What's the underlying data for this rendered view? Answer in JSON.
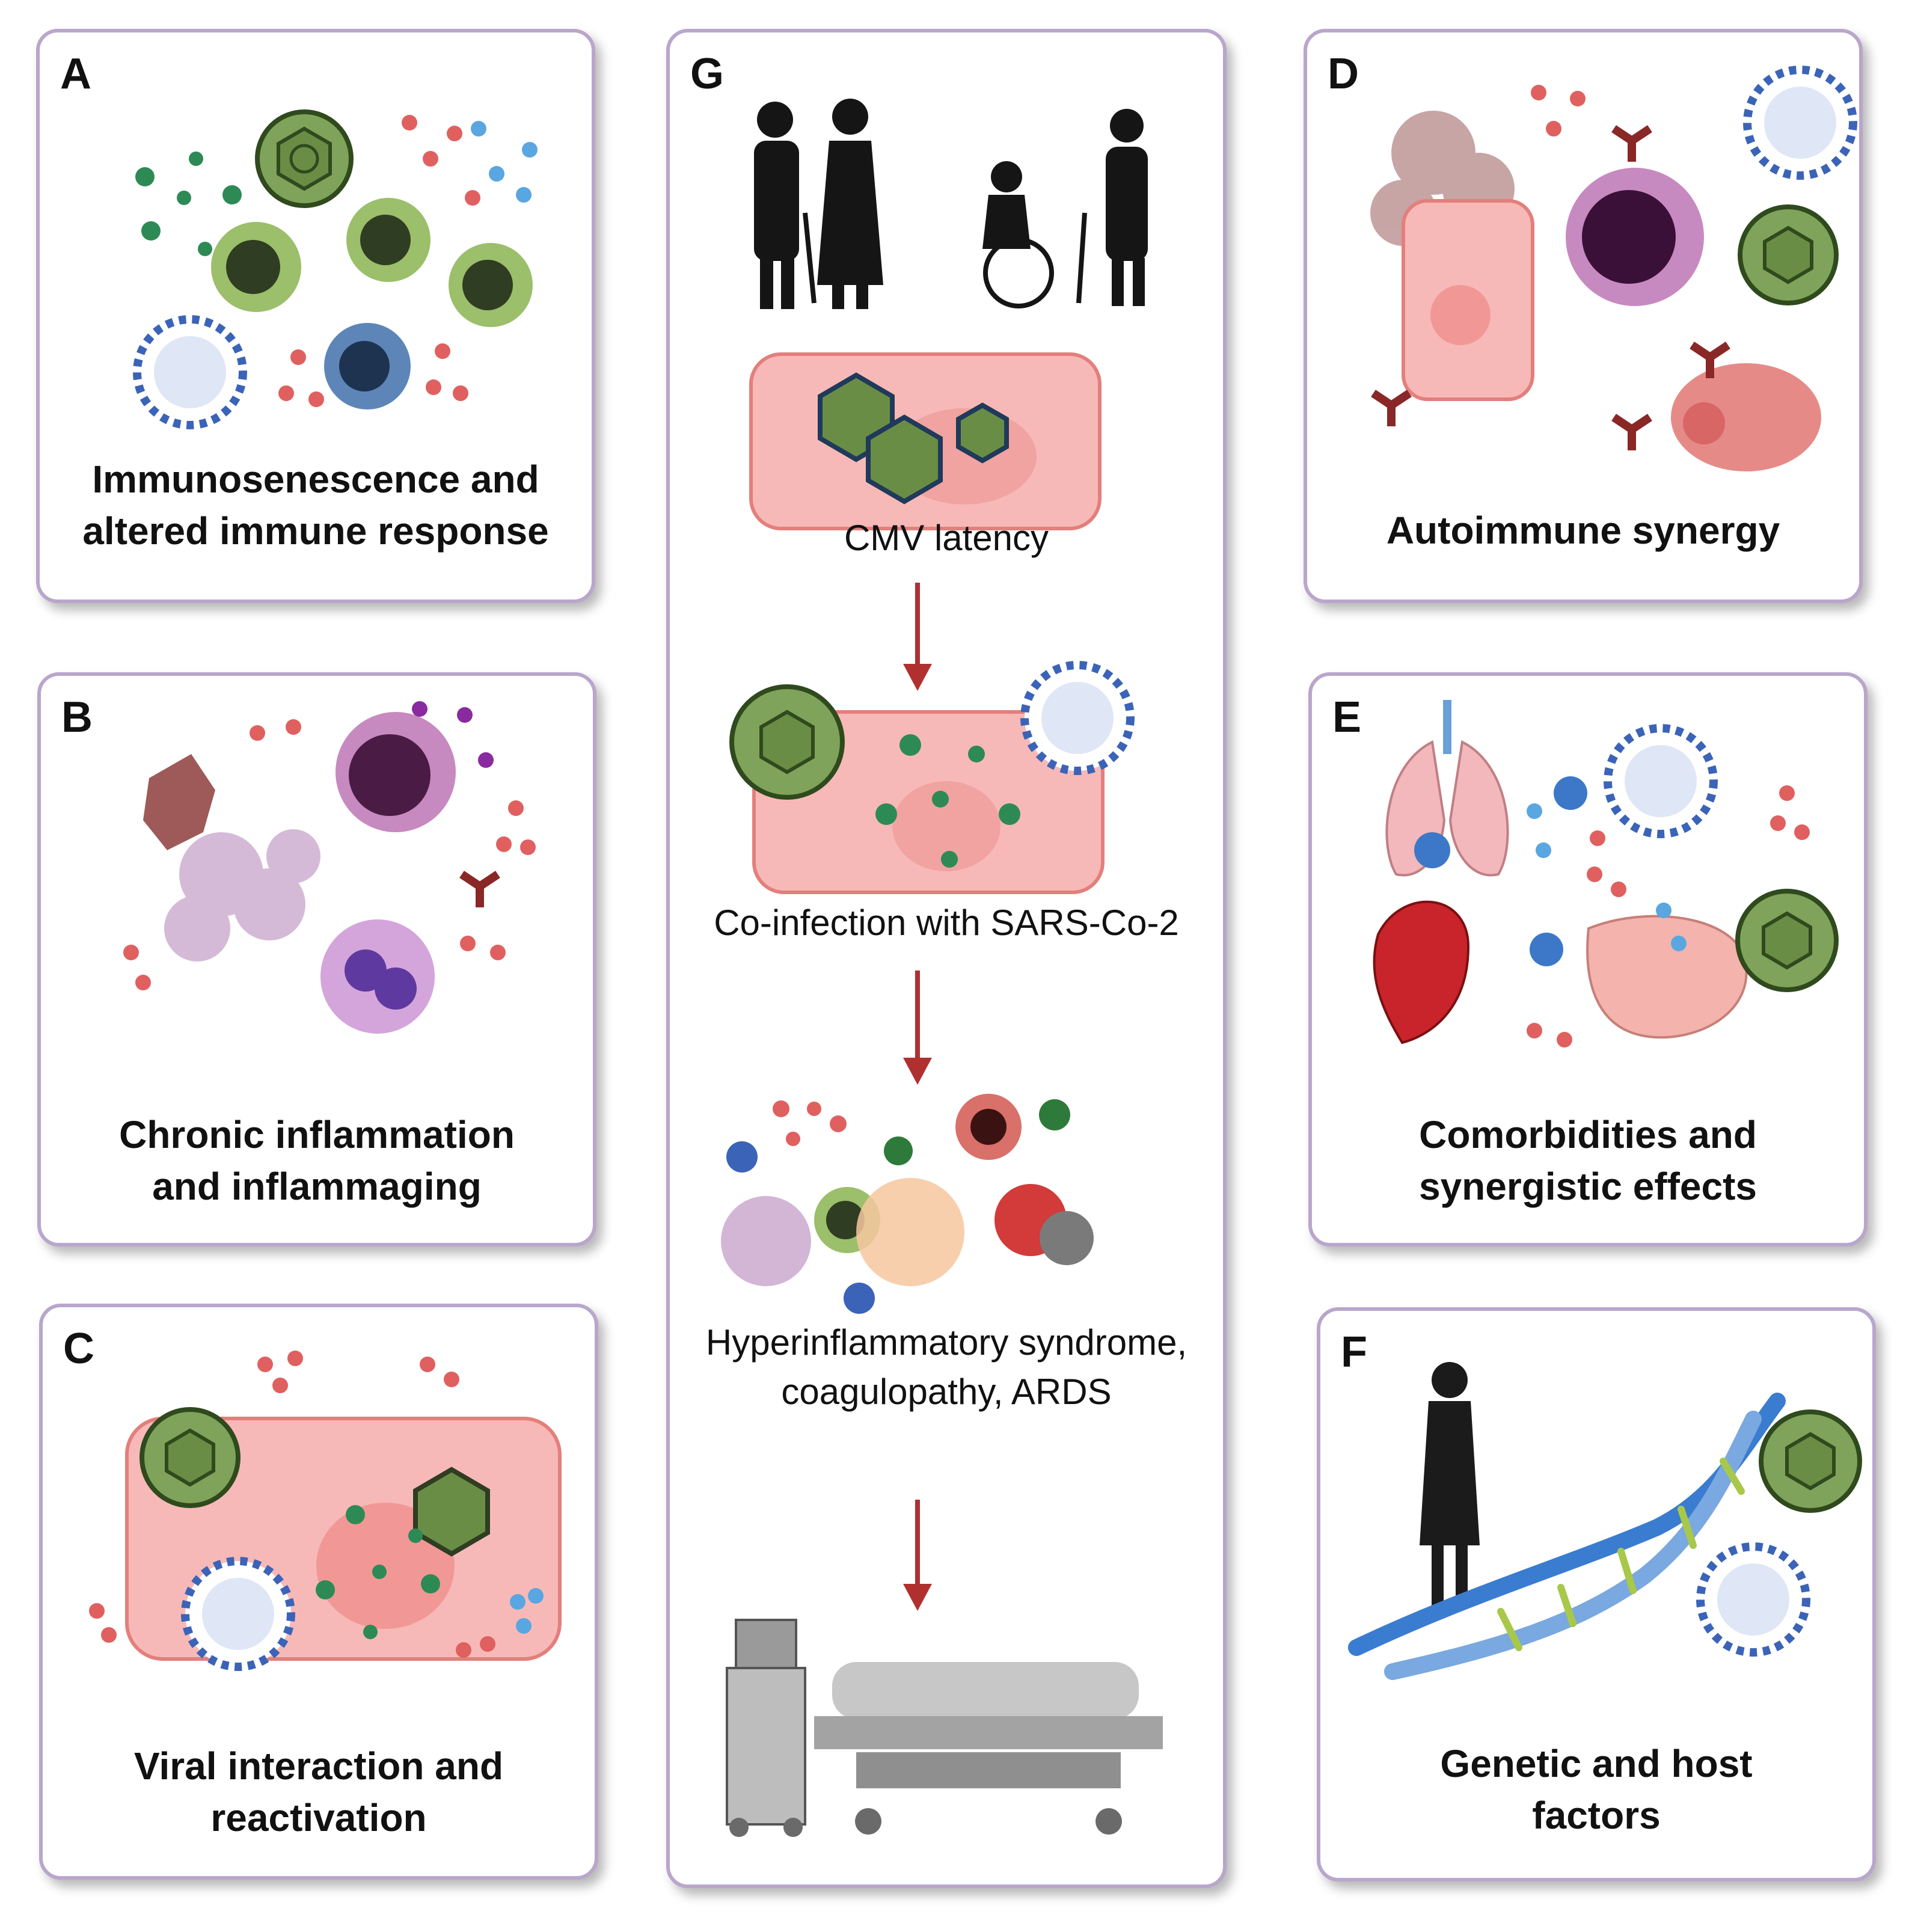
{
  "panels": {
    "a": {
      "letter": "A",
      "title_line1": "Immunosenescence and",
      "title_line2": "altered immune response"
    },
    "b": {
      "letter": "B",
      "title_line1": "Chronic inflammation",
      "title_line2": "and inflammaging"
    },
    "c": {
      "letter": "C",
      "title_line1": "Viral interaction and",
      "title_line2": "reactivation"
    },
    "d": {
      "letter": "D",
      "title_line1": "Autoimmune synergy"
    },
    "e": {
      "letter": "E",
      "title_line1": "Comorbidities and",
      "title_line2": "synergistic effects"
    },
    "f": {
      "letter": "F",
      "title_line1": "Genetic and host",
      "title_line2": "factors"
    },
    "g": {
      "letter": "G",
      "step1": "CMV latency",
      "step2": "Co-infection with SARS-Co-2",
      "step3_line1": "Hyperinflammatory syndrome,",
      "step3_line2": "coagulopathy, ARDS"
    }
  },
  "colors": {
    "border": "#b9a6cc",
    "cmv_green": "#7fa35a",
    "virus_blue": "#3b63b8",
    "host_cell": "#f7b9b7",
    "arrow": "#b03030"
  }
}
